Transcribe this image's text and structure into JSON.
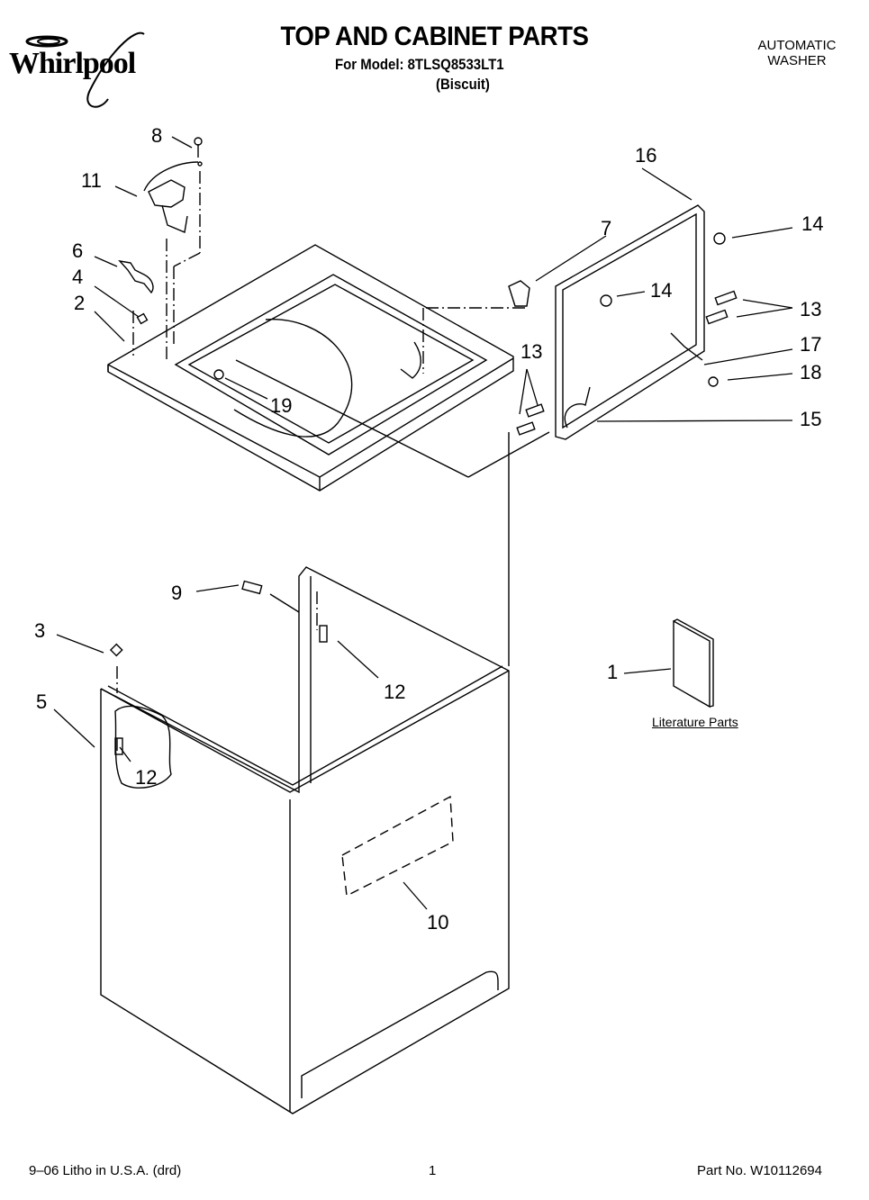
{
  "header": {
    "brand": "Whirlpool",
    "title": "TOP AND CABINET PARTS",
    "model_line": "For Model: 8TLSQ8533LT1",
    "color": "(Biscuit)",
    "product_type_line1": "AUTOMATIC",
    "product_type_line2": "WASHER"
  },
  "callouts": [
    {
      "id": "c1",
      "label": "1"
    },
    {
      "id": "c2",
      "label": "2"
    },
    {
      "id": "c3",
      "label": "3"
    },
    {
      "id": "c4",
      "label": "4"
    },
    {
      "id": "c5",
      "label": "5"
    },
    {
      "id": "c6",
      "label": "6"
    },
    {
      "id": "c7",
      "label": "7"
    },
    {
      "id": "c8",
      "label": "8"
    },
    {
      "id": "c9",
      "label": "9"
    },
    {
      "id": "c10",
      "label": "10"
    },
    {
      "id": "c11",
      "label": "11"
    },
    {
      "id": "c12a",
      "label": "12"
    },
    {
      "id": "c12b",
      "label": "12"
    },
    {
      "id": "c13a",
      "label": "13"
    },
    {
      "id": "c13b",
      "label": "13"
    },
    {
      "id": "c14a",
      "label": "14"
    },
    {
      "id": "c14b",
      "label": "14"
    },
    {
      "id": "c15",
      "label": "15"
    },
    {
      "id": "c16",
      "label": "16"
    },
    {
      "id": "c17",
      "label": "17"
    },
    {
      "id": "c18",
      "label": "18"
    },
    {
      "id": "c19",
      "label": "19"
    }
  ],
  "literature_label": "Literature Parts",
  "footer": {
    "left": "9–06 Litho in U.S.A. (drd)",
    "page": "1",
    "part_no": "Part No. W10112694"
  }
}
